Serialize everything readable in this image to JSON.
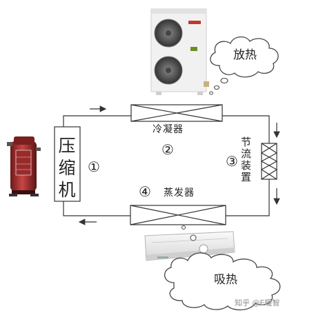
{
  "diagram": {
    "compressor_label": "压缩机",
    "condenser_label": "冷凝器",
    "evaporator_label": "蒸发器",
    "valve_label": "节流装置",
    "heat_release_label": "放热",
    "heat_absorb_label": "吸热",
    "step_1": "①",
    "step_2": "②",
    "step_3": "③",
    "step_4": "④",
    "watermark": "知乎 @E暖智"
  },
  "colors": {
    "line": "#333333",
    "cloud_stroke": "#444444",
    "outdoor_unit_body": "#f2f2f2",
    "compressor_red": "#b83232",
    "indoor_unit_body": "#eeeeee"
  },
  "icons": [
    "outdoor-unit-image",
    "compressor-image",
    "indoor-ac-unit-image",
    "cloud-icon"
  ]
}
